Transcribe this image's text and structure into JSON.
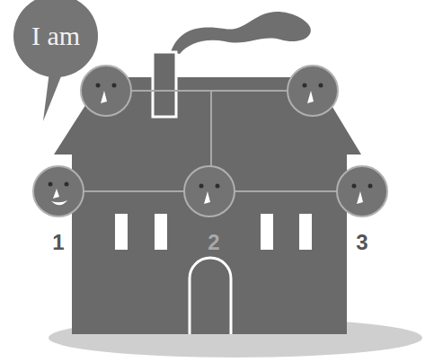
{
  "diagram": {
    "nodes": [
      {
        "text": [
          "I am"
        ]
      }
    ],
    "labels": [
      "1",
      "2",
      "3"
    ]
  }
}
